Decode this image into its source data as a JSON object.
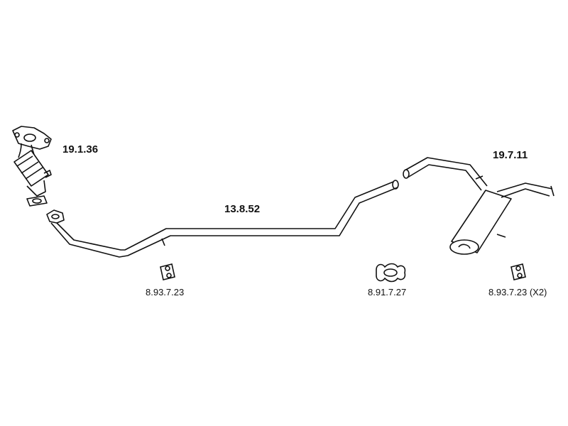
{
  "parts": {
    "manifold_catalyst": {
      "code": "19.1.36"
    },
    "middle_pipe": {
      "code": "13.8.52"
    },
    "rear_silencer": {
      "code": "19.7.11"
    },
    "rubber_hanger_front": {
      "code": "8.93.7.23"
    },
    "clamp": {
      "code": "8.91.7.27"
    },
    "rubber_hanger_rear": {
      "code": "8.93.7.23 (X2)"
    }
  },
  "colors": {
    "line": "#111111",
    "background": "#ffffff"
  }
}
